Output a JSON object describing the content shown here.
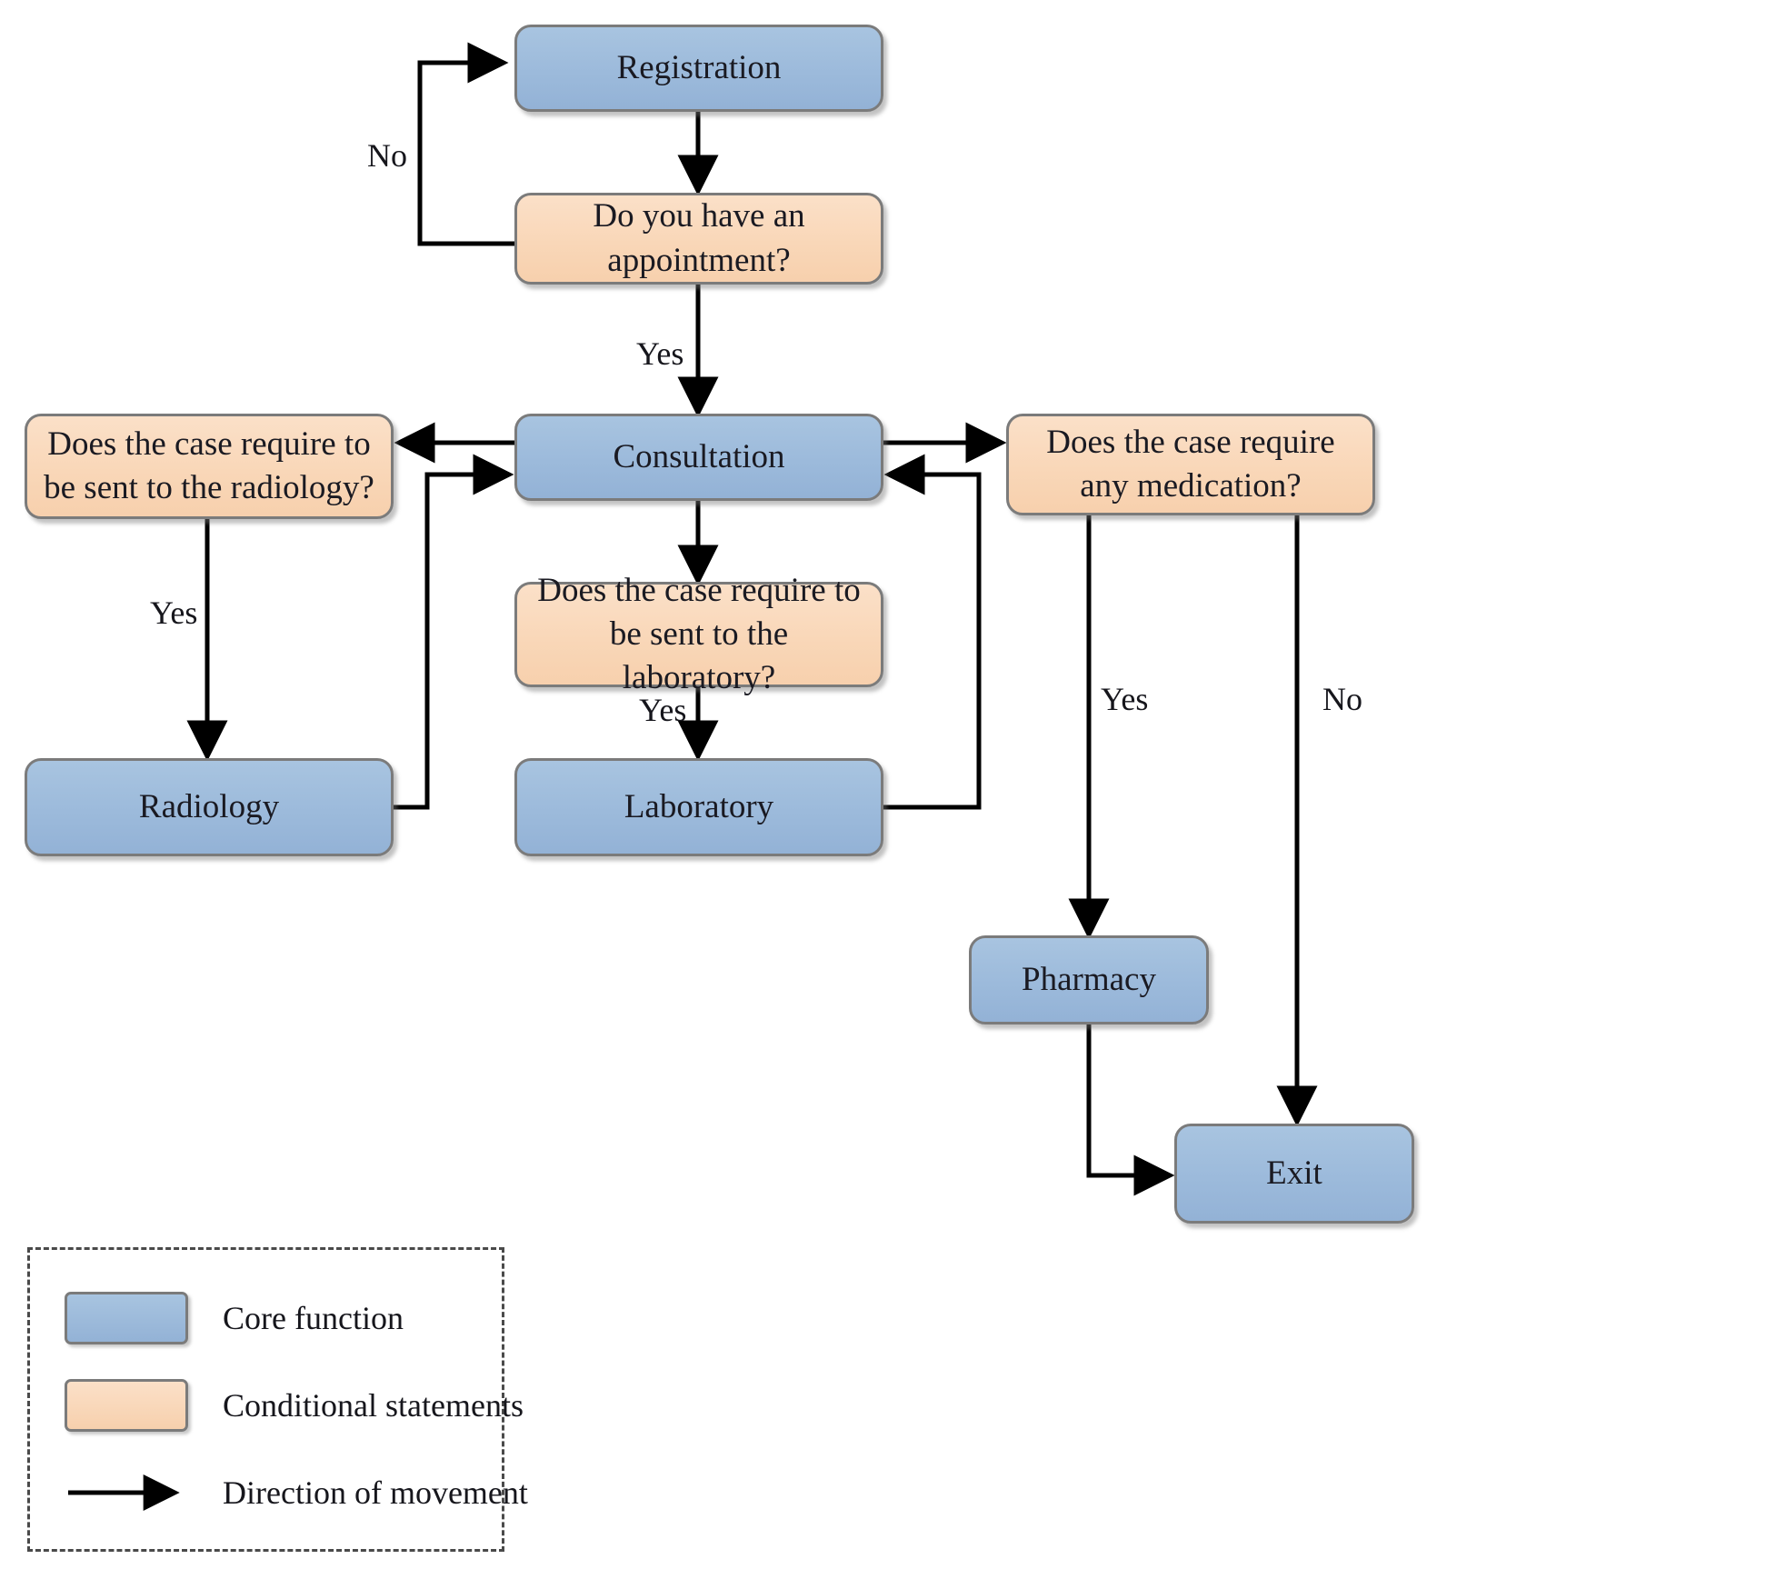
{
  "diagram": {
    "title": "Hospital patient flow flowchart",
    "colors": {
      "core_fill": "#9cbadb",
      "conditional_fill": "#f8d5b4",
      "box_border": "#7b7b7b",
      "arrow": "#000000",
      "text": "#16161c",
      "legend_border": "#4a4a4a"
    },
    "nodes": [
      {
        "id": "registration",
        "type": "core",
        "label": "Registration"
      },
      {
        "id": "has-appointment",
        "type": "conditional",
        "label": "Do you have an\nappointment?"
      },
      {
        "id": "consultation",
        "type": "core",
        "label": "Consultation"
      },
      {
        "id": "radiology-q",
        "type": "conditional",
        "label": "Does the case require  to\nbe sent to the radiology?"
      },
      {
        "id": "laboratory-q",
        "type": "conditional",
        "label": "Does the case require to\nbe sent to the laboratory?"
      },
      {
        "id": "medication-q",
        "type": "conditional",
        "label": "Does the case require\nany medication?"
      },
      {
        "id": "radiology",
        "type": "core",
        "label": "Radiology"
      },
      {
        "id": "laboratory",
        "type": "core",
        "label": "Laboratory"
      },
      {
        "id": "pharmacy",
        "type": "core",
        "label": "Pharmacy"
      },
      {
        "id": "exit",
        "type": "core",
        "label": "Exit"
      }
    ],
    "edges": [
      {
        "from": "registration",
        "to": "has-appointment",
        "label": ""
      },
      {
        "from": "has-appointment",
        "to": "registration",
        "label": "No"
      },
      {
        "from": "has-appointment",
        "to": "consultation",
        "label": "Yes"
      },
      {
        "from": "consultation",
        "to": "radiology-q",
        "label": ""
      },
      {
        "from": "consultation",
        "to": "laboratory-q",
        "label": ""
      },
      {
        "from": "consultation",
        "to": "medication-q",
        "label": ""
      },
      {
        "from": "radiology-q",
        "to": "radiology",
        "label": "Yes"
      },
      {
        "from": "radiology",
        "to": "consultation",
        "label": ""
      },
      {
        "from": "laboratory-q",
        "to": "laboratory",
        "label": "Yes"
      },
      {
        "from": "laboratory",
        "to": "consultation",
        "label": ""
      },
      {
        "from": "medication-q",
        "to": "pharmacy",
        "label": "Yes"
      },
      {
        "from": "medication-q",
        "to": "exit",
        "label": "No"
      },
      {
        "from": "pharmacy",
        "to": "exit",
        "label": ""
      }
    ],
    "edge_labels": {
      "no_registration": "No",
      "yes_consultation": "Yes",
      "yes_radiology": "Yes",
      "yes_laboratory": "Yes",
      "yes_pharmacy": "Yes",
      "no_exit": "No"
    }
  },
  "legend": {
    "items": [
      {
        "swatch": "core-swatch",
        "label": "Core function"
      },
      {
        "swatch": "cond-swatch",
        "label": "Conditional statements"
      },
      {
        "swatch": "arrow-swatch",
        "label": "Direction of movement"
      }
    ]
  }
}
